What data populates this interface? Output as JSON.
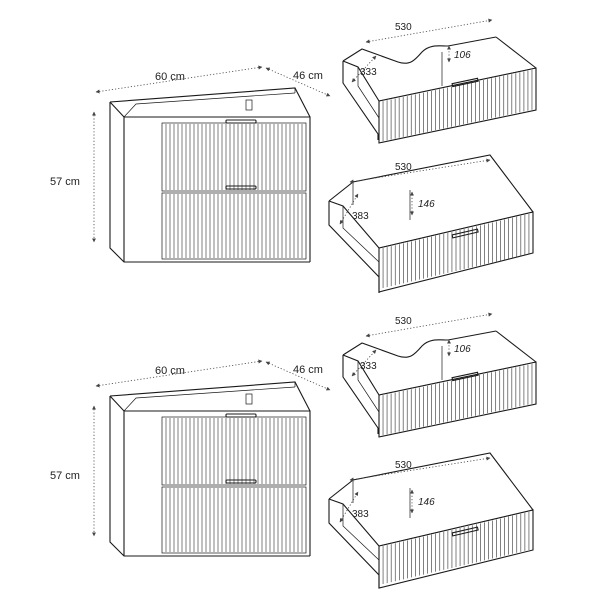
{
  "colors": {
    "line": "#1a1a1a",
    "dim_line": "#444444",
    "background": "#ffffff"
  },
  "cabinets": [
    {
      "width_label": "60 cm",
      "depth_label": "46 cm",
      "height_label": "57 cm"
    },
    {
      "width_label": "60 cm",
      "depth_label": "46 cm",
      "height_label": "57 cm"
    }
  ],
  "drawers": [
    {
      "kind": "cutout",
      "width_label": "530",
      "depth_label": "333",
      "height_label": "106"
    },
    {
      "kind": "plain",
      "width_label": "530",
      "depth_label": "383",
      "height_label": "146"
    },
    {
      "kind": "cutout",
      "width_label": "530",
      "depth_label": "333",
      "height_label": "106"
    },
    {
      "kind": "plain",
      "width_label": "530",
      "depth_label": "383",
      "height_label": "146"
    }
  ]
}
